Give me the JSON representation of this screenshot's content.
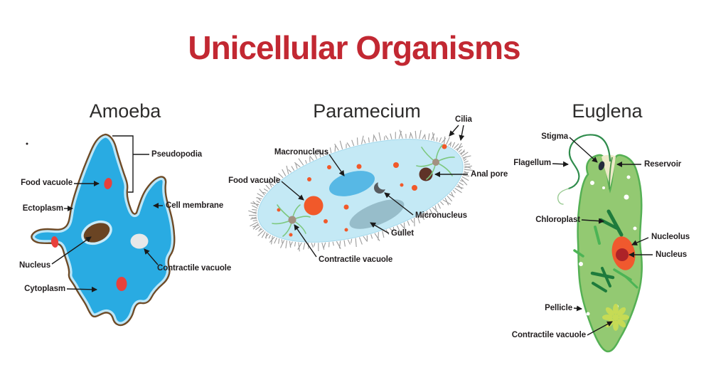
{
  "page_title": "Unicellular Organisms",
  "title_color": "#C22832",
  "label_text_color": "#231F20",
  "sections": {
    "amoeba": {
      "title": "Amoeba",
      "labels": {
        "pseudopodia": "Pseudopodia",
        "food_vacuole": "Food vacuole",
        "ectoplasm": "Ectoplasm",
        "cell_membrane": "Cell membrane",
        "nucleus": "Nucleus",
        "cytoplasm": "Cytoplasm",
        "contractile_vacuole": "Contractile vacuole"
      },
      "colors": {
        "cytoplasm_blue": "#29ABE2",
        "ectoplasm_band": "#BCE6F8",
        "membrane_brown": "#6F4B27",
        "nucleus_brown": "#6A4423",
        "nucleus_halo": "#C9EBF9",
        "food_vacuole_red": "#E8413C",
        "contractile_vacuole_gray": "#E7E8E9"
      }
    },
    "paramecium": {
      "title": "Paramecium",
      "labels": {
        "cilia": "Cilia",
        "macronucleus": "Macronucleus",
        "food_vacuole": "Food vacuole",
        "anal_pore": "Anal pore",
        "micronucleus": "Micronucleus",
        "gullet": "Gullet",
        "contractile_vacuole": "Contractile vacuole"
      },
      "colors": {
        "body_blue": "#C4E9F5",
        "body_edge": "#A5D9EC",
        "macronucleus_blue": "#57B8E5",
        "gullet_gray": "#93B9C6",
        "micronucleus_gray": "#585C60",
        "anal_pore_brown": "#5F3327",
        "food_vacuole_orange": "#F1592A",
        "canal_green": "#7DC87E",
        "canal_center_tan": "#A39181",
        "cilia_gray": "#8A8A8A"
      }
    },
    "euglena": {
      "title": "Euglena",
      "labels": {
        "stigma": "Stigma",
        "flagellum": "Flagellum",
        "reservoir": "Reservoir",
        "chloroplast": "Chloroplast",
        "nucleolus": "Nucleolus",
        "nucleus": "Nucleus",
        "pellicle": "Pellicle",
        "contractile_vacuole": "Contractile vacuole"
      },
      "colors": {
        "body_green": "#93C972",
        "outline_green": "#55B054",
        "reservoir_cream": "#EDE9C8",
        "reservoir_canal": "#4E9B4B",
        "stigma_dark": "#252A3C",
        "flagellum_green": "#2F8C4C",
        "flagellum_tail": "#9ACB93",
        "chloroplast_dark": "#1E7B3C",
        "chloroplast_light": "#4CB455",
        "nucleus_orange": "#F0592E",
        "nucleolus_red": "#AD2328",
        "contractile_vacuole_yellow_green": "#C6DB55",
        "white_dot": "#FFFFFF"
      }
    }
  }
}
